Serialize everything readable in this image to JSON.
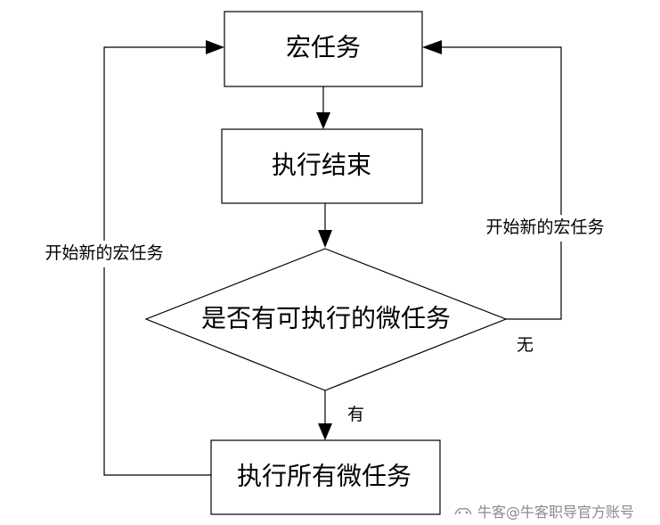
{
  "nodes": {
    "macro_task": "宏任务",
    "execution_end": "执行结束",
    "decision": "是否有可执行的微任务",
    "run_micro_tasks": "执行所有微任务"
  },
  "edges": {
    "left_loop_label": "开始新的宏任务",
    "right_loop_label": "开始新的宏任务",
    "no_label": "无",
    "yes_label": "有"
  },
  "watermark": {
    "text": "牛客@牛客职导官方账号"
  }
}
